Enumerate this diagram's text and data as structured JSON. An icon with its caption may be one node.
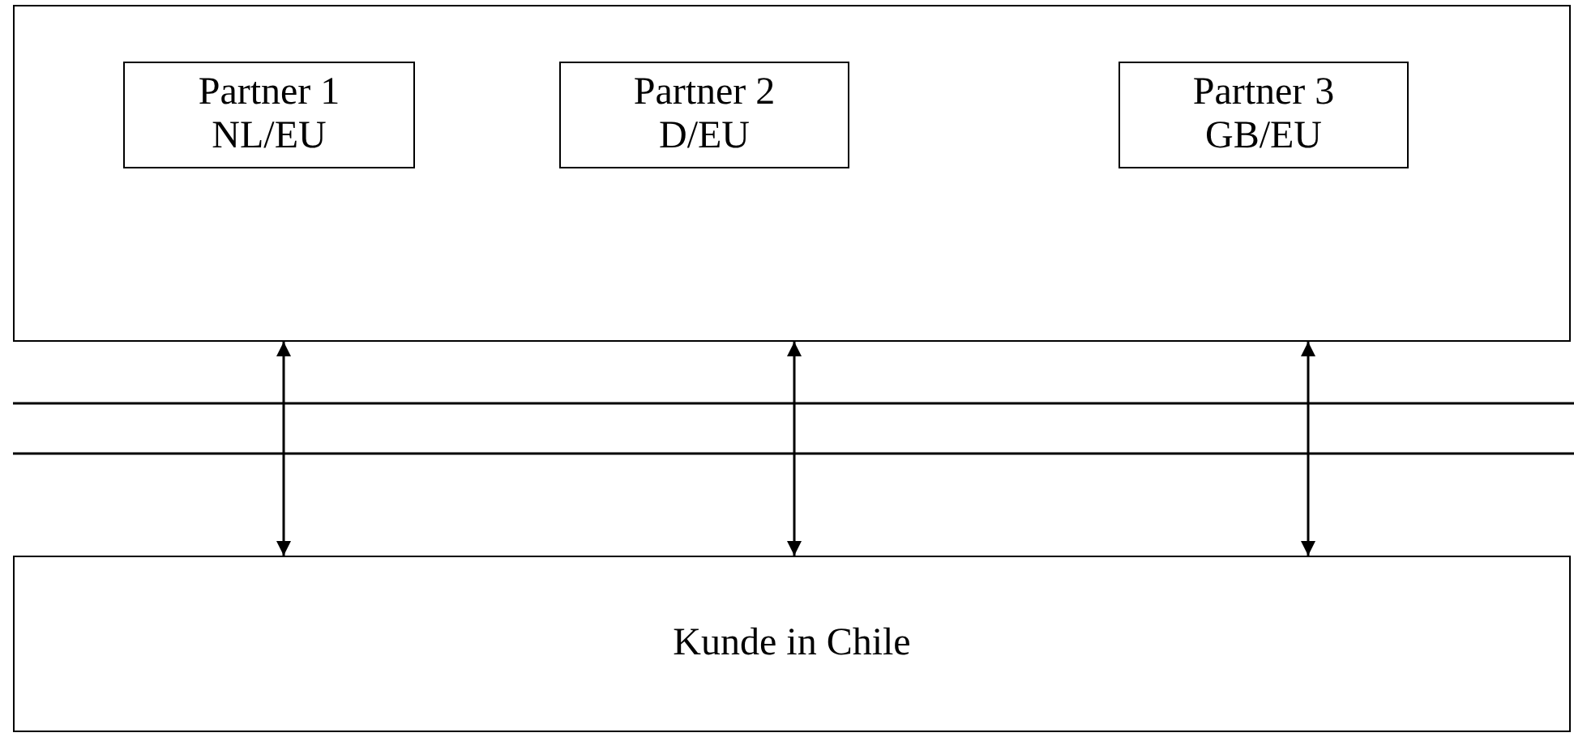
{
  "diagram": {
    "nodes": [
      {
        "text": [],
        "shape": "box"
      },
      {
        "text": [
          "Partner 1",
          "NL/EU"
        ],
        "in": 0
      },
      {
        "text": [
          "Partner 2",
          "D/EU"
        ],
        "in": 0
      },
      {
        "text": [
          "Partner 3",
          "GB/EU"
        ],
        "in": 0
      },
      {
        "text": [
          "Kunde in Chile"
        ]
      }
    ],
    "edges": [
      {
        "from": 0,
        "to": 4,
        "arrow": "both"
      },
      {
        "from": 0,
        "to": 4,
        "arrow": "both"
      },
      {
        "from": 0,
        "to": 4,
        "arrow": "both"
      }
    ]
  }
}
